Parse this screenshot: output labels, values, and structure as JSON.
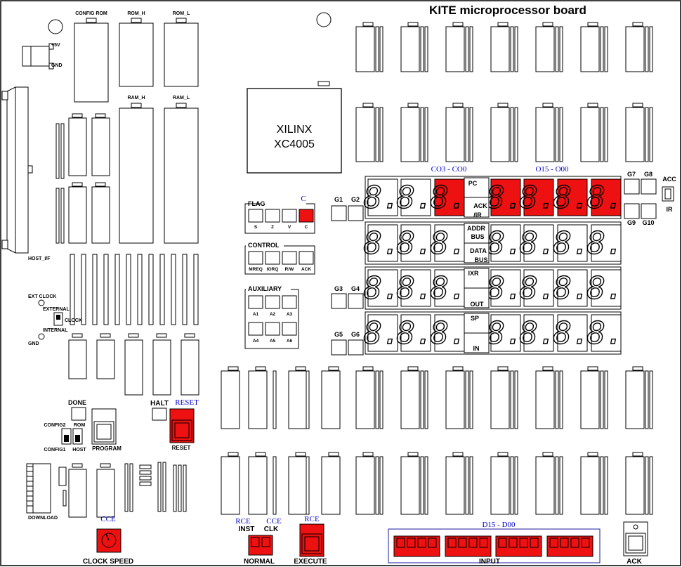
{
  "board": {
    "title": "KITE  microprocessor board",
    "chip_name": "XILINX",
    "chip_model": "XC4005",
    "config_rom": "CONFIG ROM",
    "rom_h": "ROM_H",
    "rom_l": "ROM_L",
    "ram_h": "RAM_H",
    "ram_l": "RAM_L",
    "power_5v": "+5V",
    "power_gnd": "GND",
    "host_if": "HOST_I/F",
    "ext_clock": "EXT CLOCK",
    "external": "EXTERNAL",
    "clock": "CLOCK",
    "internal": "INTERNAL",
    "gnd": "GND",
    "done": "DONE",
    "config2": "CONFIG2",
    "config1": "CONFIG1",
    "rom": "ROM",
    "host": "HOST",
    "program": "PROGRAM",
    "halt": "HALT",
    "reset": "RESET",
    "reset_top": "RESET",
    "download": "DOWNLOAD"
  },
  "flag": {
    "title": "FLAG",
    "indicator": "C",
    "labels": [
      "S",
      "Z",
      "V",
      "C"
    ],
    "lit": [
      false,
      false,
      false,
      true
    ]
  },
  "control": {
    "title": "CONTROL",
    "labels": [
      "MREQ",
      "IORQ",
      "R/W",
      "ACK"
    ]
  },
  "auxiliary": {
    "title": "AUXILIARY",
    "labels": [
      "A1",
      "A2",
      "A3",
      "A4",
      "A5",
      "A6"
    ]
  },
  "display": {
    "header_left": "CO3 - CO0",
    "header_right": "O15 - O00",
    "rows": [
      {
        "top": "PC",
        "bottom": "ACK /IR"
      },
      {
        "top": "ADDR BUS",
        "bottom": "DATA BUS"
      },
      {
        "top": "IXR",
        "bottom": "OUT"
      },
      {
        "top": "SP",
        "bottom": "IN"
      }
    ],
    "row1_line1": "ACK",
    "row1_line2": "/IR",
    "addr_line1": "ADDR",
    "addr_line2": "BUS",
    "data_line1": "DATA",
    "data_line2": "BUS",
    "digit_glyph": "8.",
    "lit_color": "#ee1111"
  },
  "leds": {
    "g1": "G1",
    "g2": "G2",
    "g3": "G3",
    "g4": "G4",
    "g5": "G5",
    "g6": "G6",
    "g7": "G7",
    "g8": "G8",
    "g9": "G9",
    "g10": "G10",
    "acc": "ACC",
    "ir": "IR"
  },
  "controls": {
    "cce": "CCE",
    "clock_speed": "CLOCK SPEED",
    "rce1": "RCE",
    "cce2": "CCE",
    "inst": "INST",
    "clk": "CLK",
    "normal": "NORMAL",
    "rce2": "RCE",
    "execute": "EXECUTE",
    "input_range": "D15 - D00",
    "input": "INPUT",
    "ack": "ACK"
  }
}
